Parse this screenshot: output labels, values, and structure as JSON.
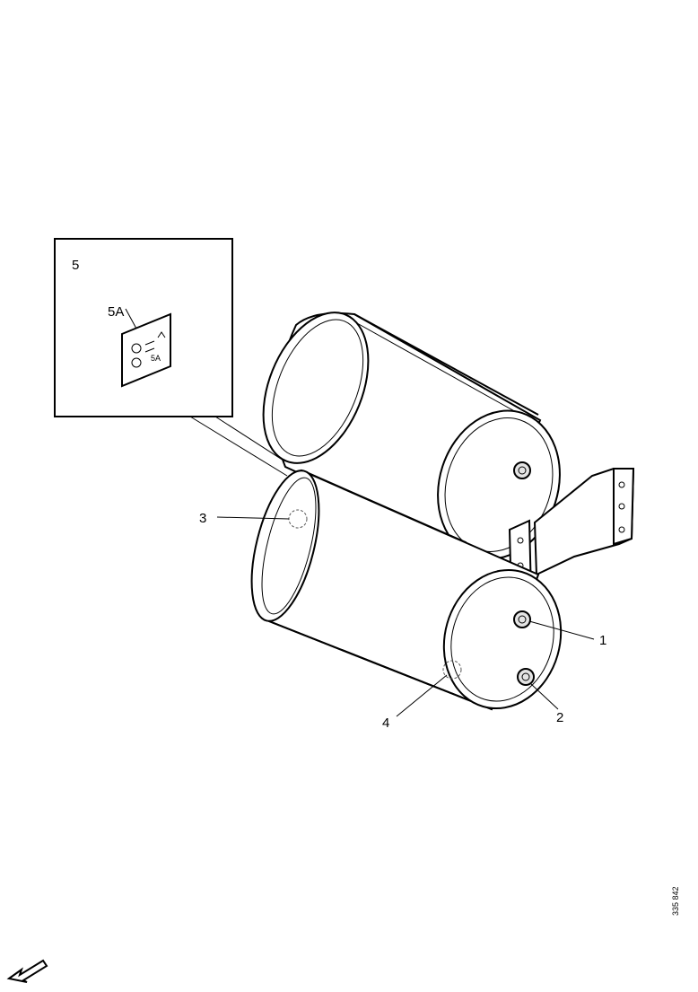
{
  "callouts": {
    "c1": "1",
    "c2": "2",
    "c3": "3",
    "c4": "4",
    "c5": "5",
    "c5a": "5A"
  },
  "detail_plate_text": "5A",
  "doc_id": "335 842"
}
